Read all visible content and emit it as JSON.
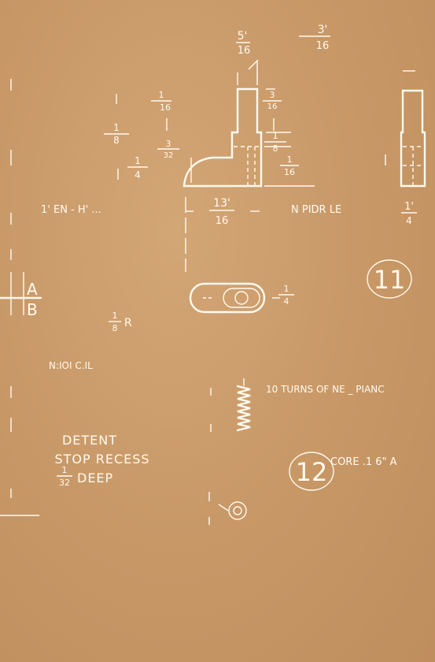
{
  "dimensions": {
    "top_5_16": "5'",
    "top_5_16_den": "16",
    "top_3_16": "3'",
    "top_3_16_den": "16",
    "left_1_16": "1",
    "left_1_16_den": "16",
    "left_1_8": "1",
    "left_1_8_den": "8",
    "left_1_4": "1",
    "left_1_4_den": "4",
    "left_3_32": "3",
    "left_3_32_den": "32",
    "right_3_16": "3",
    "right_3_16_den": "16",
    "right_1_8": "1",
    "right_1_8_den": "8",
    "right_1_16": "1",
    "right_1_16_den": "16",
    "base_13_16": "13'",
    "base_13_16_den": "16",
    "side_1_4": "1'",
    "side_1_4_den": "4",
    "slot_1_4": "1",
    "slot_1_4_den": "4",
    "radius_1_8": "1",
    "radius_1_8_den": "8",
    "radius_suffix": "R",
    "detent_1_32": "1",
    "detent_1_32_den": "32"
  },
  "notes": {
    "embossed_length": "1' EN - H' ...",
    "nickel_plate_right": "N PIDR LE",
    "nickel_left": "N:IOI C.IL",
    "detent_line1": "DETENT",
    "detent_line2": "STOP RECESS",
    "detent_deep": "DEEP",
    "spring_note": "10 TURNS OF NE _ PIANC",
    "core_note": "CORE .1 6\" A",
    "section_a": "A",
    "section_b": "B"
  },
  "parts": {
    "part_11": "11",
    "part_12": "12"
  }
}
